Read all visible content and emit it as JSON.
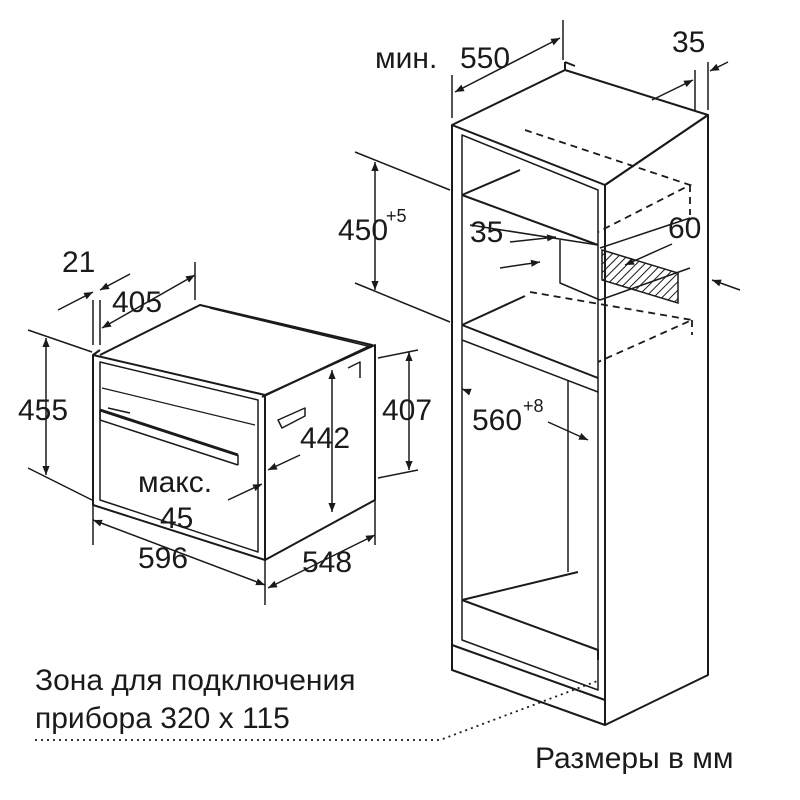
{
  "colors": {
    "line": "#1a1a1a",
    "background": "#ffffff",
    "hatch": "#1a1a1a"
  },
  "oven": {
    "dim_21": "21",
    "dim_405": "405",
    "dim_455": "455",
    "dim_442": "442",
    "dim_407": "407",
    "max_label": "макс.",
    "dim_45": "45",
    "dim_596": "596",
    "dim_548": "548"
  },
  "cabinet": {
    "min_label": "мин.",
    "dim_550": "550",
    "dim_35_top": "35",
    "dim_450": "450",
    "dim_450_sup": "+5",
    "dim_35_inner": "35",
    "dim_60": "60",
    "dim_560": "560",
    "dim_560_sup": "+8"
  },
  "captions": {
    "connection_line1": "Зона для подключения",
    "connection_line2": "прибора 320 x 115",
    "units": "Размеры в мм"
  }
}
